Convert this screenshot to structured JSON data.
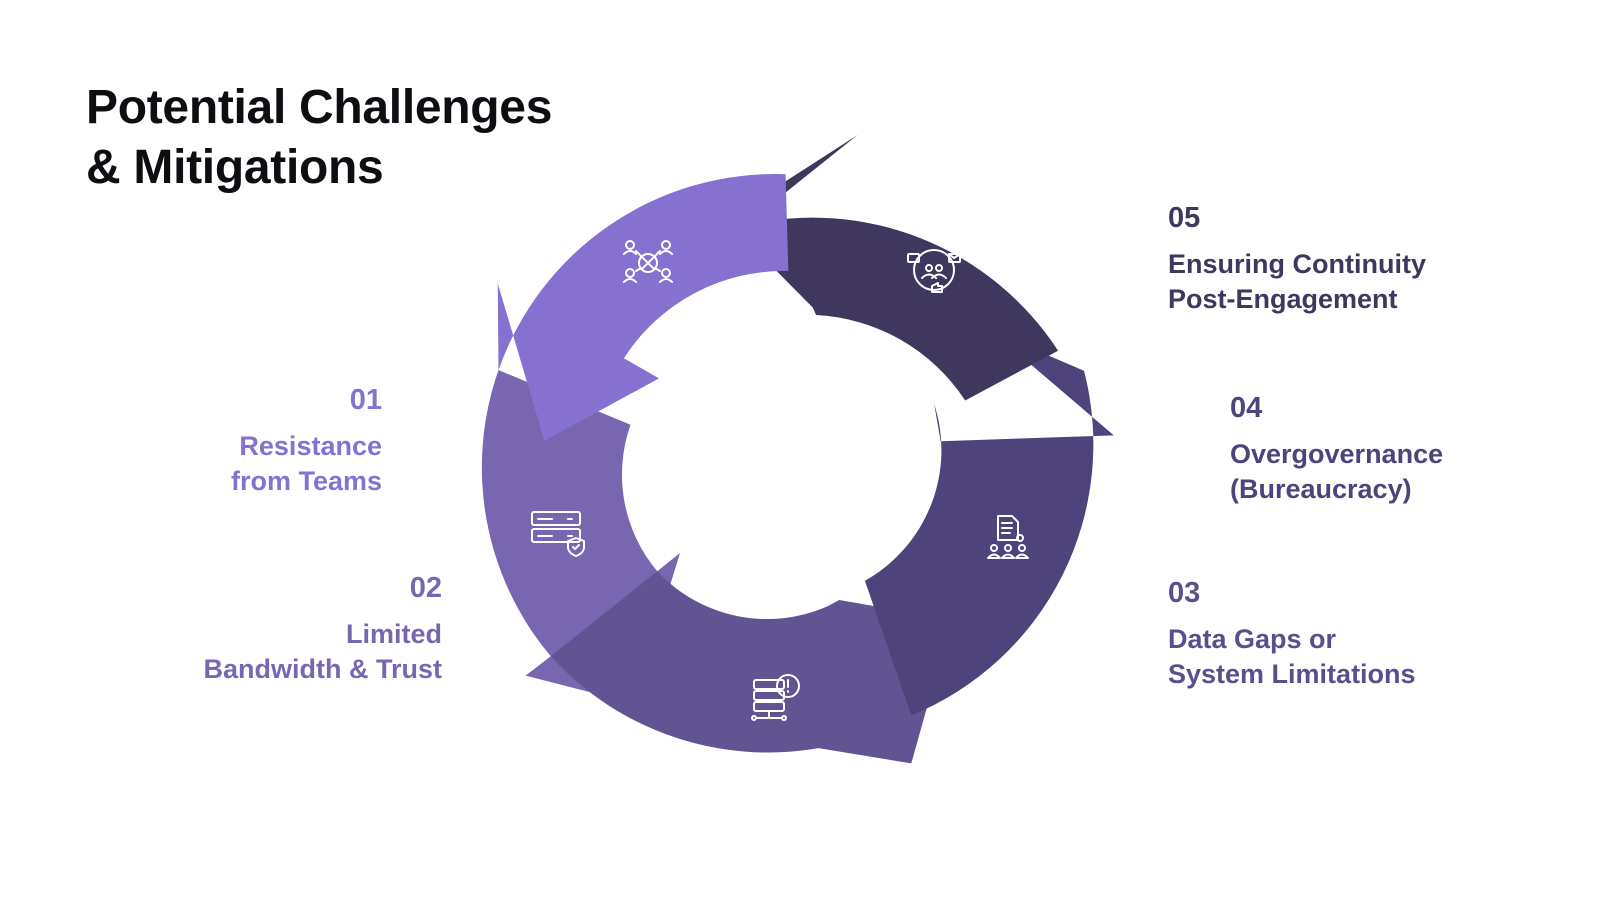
{
  "title": {
    "line1": "Potential Challenges",
    "line2": "& Mitigations"
  },
  "colors": {
    "step01": "#8671d0",
    "step02": "#7866b0",
    "step03": "#625393",
    "step04": "#4e437b",
    "step05": "#40375f",
    "background": "#ffffff"
  },
  "steps": [
    {
      "number": "01",
      "line1": "Resistance",
      "line2": "from Teams",
      "icon": "team-network-blocked-icon",
      "color": "#8671d0"
    },
    {
      "number": "02",
      "line1": "Limited",
      "line2": "Bandwidth & Trust",
      "icon": "server-shield-icon",
      "color": "#7866b0"
    },
    {
      "number": "03",
      "line1": "Data Gaps or",
      "line2": "System Limitations",
      "icon": "server-alert-icon",
      "color": "#625393"
    },
    {
      "number": "04",
      "line1": "Overgovernance",
      "line2": "(Bureaucracy)",
      "icon": "document-team-icon",
      "color": "#4e437b"
    },
    {
      "number": "05",
      "line1": "Ensuring Continuity",
      "line2": "Post-Engagement",
      "icon": "team-communication-icon",
      "color": "#40375f"
    }
  ]
}
